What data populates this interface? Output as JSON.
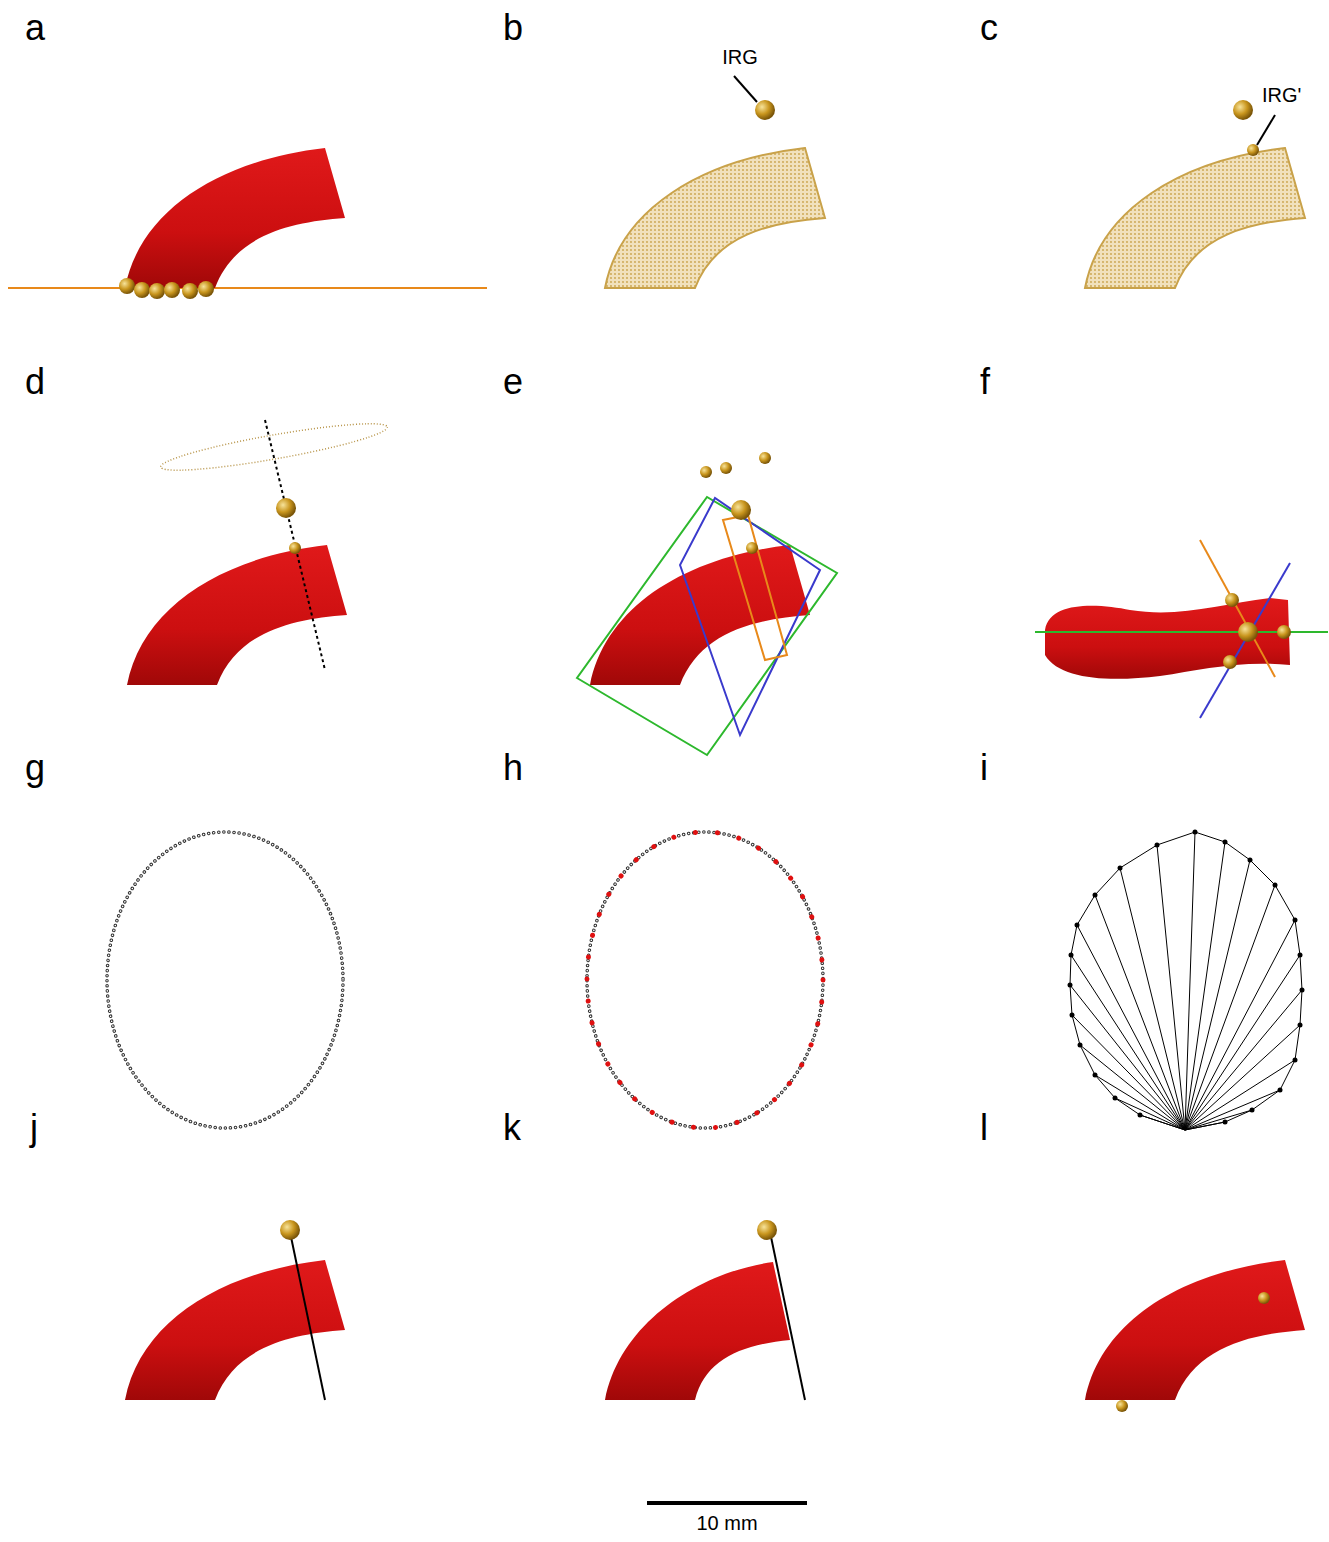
{
  "diagram": {
    "labels": [
      "a",
      "b",
      "c",
      "d",
      "e",
      "f",
      "g",
      "h",
      "i",
      "j",
      "k",
      "l",
      "IRG",
      "IRG'",
      "10 mm"
    ]
  }
}
